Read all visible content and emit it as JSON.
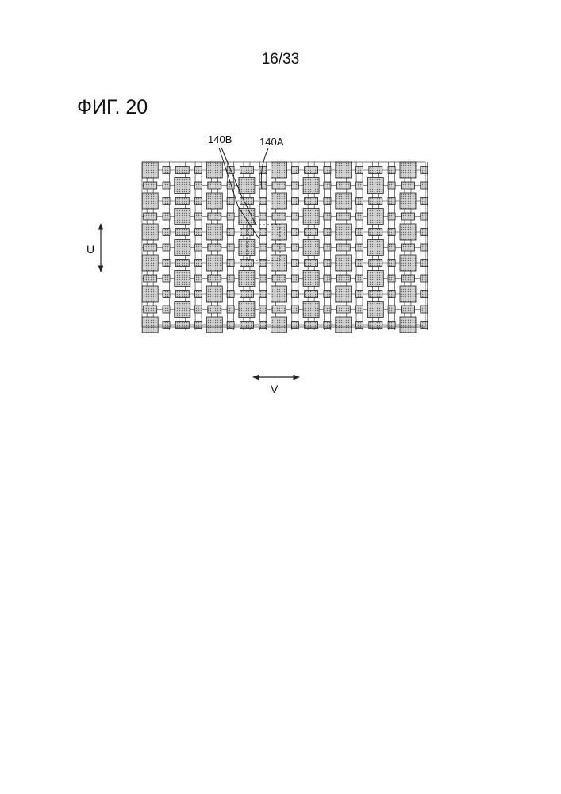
{
  "page_number": "16/33",
  "figure_title": "ФИГ. 20",
  "labels": {
    "ref_a": "140A",
    "ref_b": "140B",
    "axis_u": "U",
    "axis_v": "V"
  },
  "colors": {
    "line": "#222222",
    "dot_fill": "#9a9a9a",
    "background": "#ffffff"
  }
}
